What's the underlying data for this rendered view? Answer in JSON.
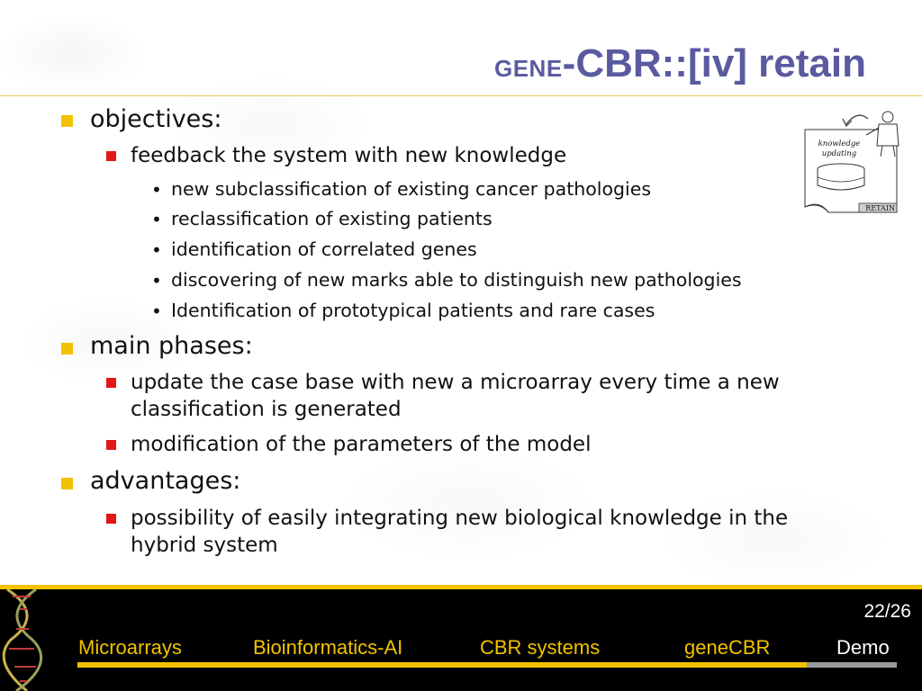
{
  "title": {
    "small": "GENE",
    "big": "-CBR::[iv] retain"
  },
  "outline": {
    "objectives": "objectives:",
    "feedback": "feedback the system with new knowledge",
    "obj_items": [
      "new subclassification of existing cancer pathologies",
      "reclassification of existing patients",
      "identification of correlated genes",
      "discovering of new marks able to distinguish new pathologies",
      "Identification of prototypical patients and rare cases"
    ],
    "main_phases": "main phases:",
    "phase_items": [
      [
        "update the case base with new a microarray every time a new",
        "classification is generated"
      ],
      [
        "modification of the parameters of the model"
      ]
    ],
    "advantages": "advantages:",
    "adv_items": [
      [
        "possibility of easily integrating new biological knowledge in the",
        "hybrid system"
      ]
    ]
  },
  "illustration": {
    "line1": "knowledge",
    "line2": "updating",
    "caption": "RETAIN"
  },
  "footer": {
    "page": "22/26",
    "nav": [
      "Microarrays",
      "Bioinformatics-AI",
      "CBR systems",
      "geneCBR",
      "Demo"
    ]
  },
  "colors": {
    "title": "#5a5aa0",
    "accent": "#f2c200",
    "bullet2": "#e01818",
    "footer_bg": "#000000"
  }
}
